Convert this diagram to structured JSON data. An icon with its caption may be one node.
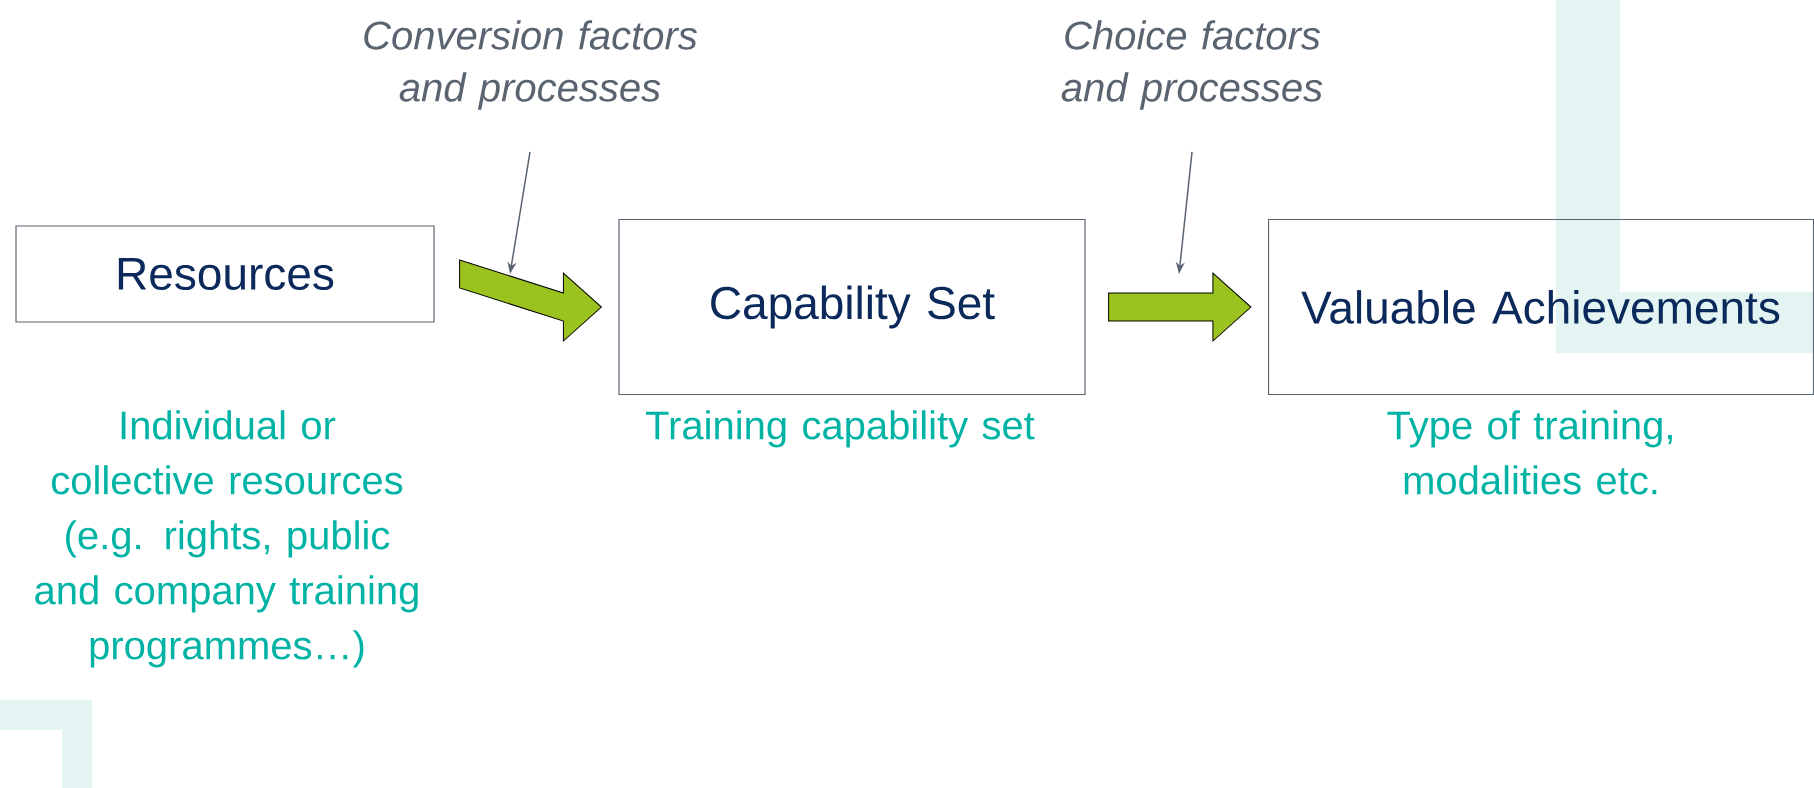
{
  "diagram": {
    "nodes": [
      {
        "text": [
          "Resources"
        ],
        "beside": [
          "Individual or collective resources (e.g. rights, public and company training programmes…)"
        ]
      },
      {
        "text": [
          "Capability Set"
        ],
        "beside": [
          "Training capability set"
        ]
      },
      {
        "text": [
          "Valuable Achievements"
        ],
        "beside": [
          "Type of training, modalities etc."
        ]
      },
      {
        "text": [
          "Conversion factors and processes"
        ]
      },
      {
        "text": [
          "Choice factors and processes"
        ]
      }
    ],
    "edges": [
      {
        "from": 0,
        "to": 1,
        "arrow": "to",
        "style": "thick",
        "color": "#9bc31f"
      },
      {
        "from": 1,
        "to": 2,
        "arrow": "to",
        "style": "thick",
        "color": "#9bc31f"
      },
      {
        "from": 3,
        "to": null,
        "arrow": "to"
      },
      {
        "from": 4,
        "to": null,
        "arrow": "to"
      }
    ]
  }
}
